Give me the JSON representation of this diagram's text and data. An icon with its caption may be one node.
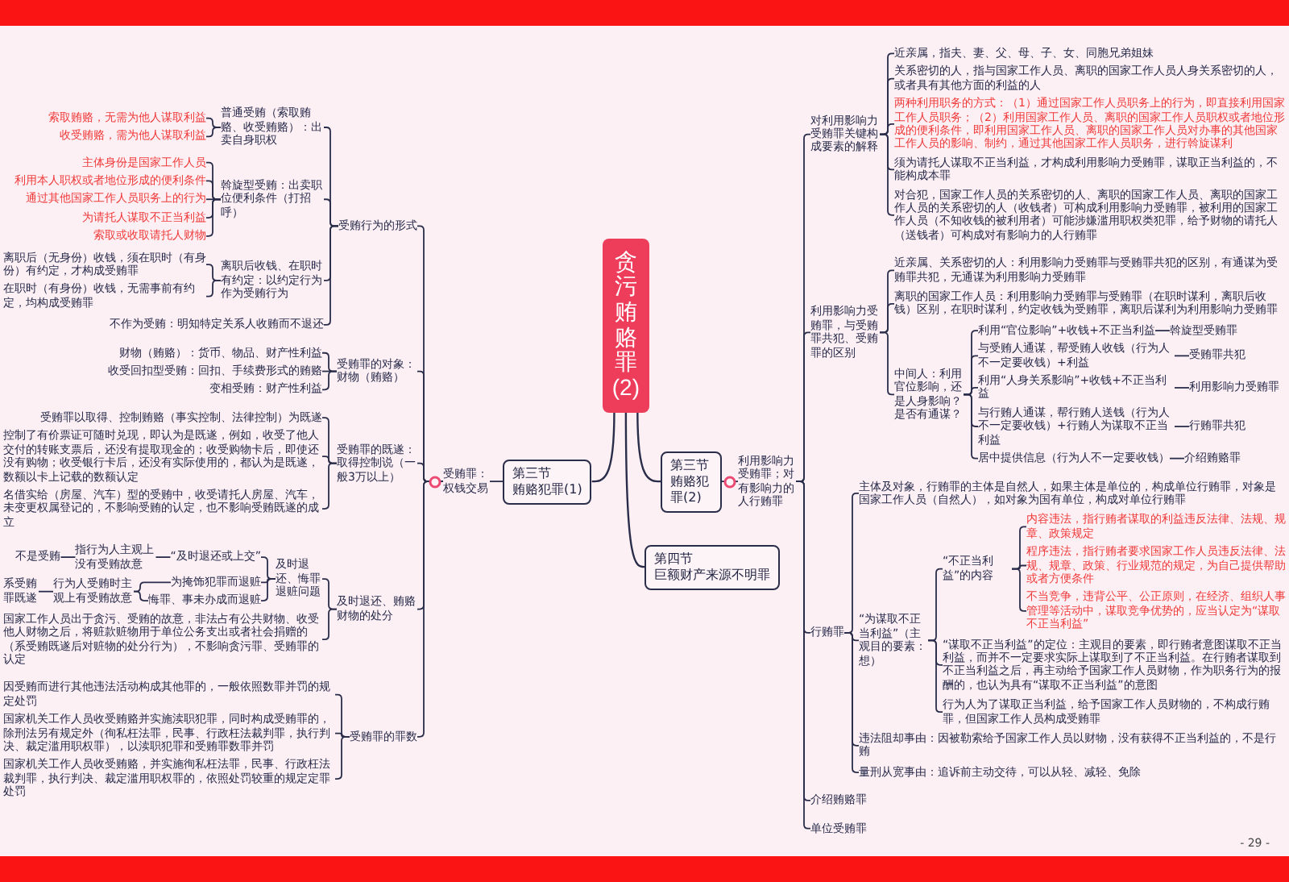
{
  "diagram": {
    "nodes": [
      {
        "text": [
          "贪污贿赂罪(2)"
        ]
      },
      {
        "text": [
          "第三节",
          "贿赂犯罪(1)"
        ]
      },
      {
        "text": [
          "受贿罪：权钱交易"
        ]
      },
      {
        "text": [
          "受贿行为的形式"
        ]
      },
      {
        "text": [
          "普通受贿（索取贿赂、收受贿赂）：出卖自身职权"
        ]
      },
      {
        "text": [
          "索取贿赂，无需为他人谋取利益"
        ]
      },
      {
        "text": [
          "收受贿赂，需为他人谋取利益"
        ]
      },
      {
        "text": [
          "斡旋型受贿：出卖职位便利条件（打招呼）"
        ]
      },
      {
        "text": [
          "主体身份是国家工作人员"
        ]
      },
      {
        "text": [
          "利用本人职权或者地位形成的便利条件"
        ]
      },
      {
        "text": [
          "通过其他国家工作人员职务上的行为"
        ]
      },
      {
        "text": [
          "为请托人谋取不正当利益"
        ]
      },
      {
        "text": [
          "索取或收取请托人财物"
        ]
      },
      {
        "text": [
          "离职后收钱、在职时有约定：以约定行为作为受贿行为"
        ]
      },
      {
        "text": [
          "离职后（无身份）收钱，须在职时（有身份）有约定，才构成受贿罪"
        ]
      },
      {
        "text": [
          "在职时（有身份）收钱，无需事前有约定，均构成受贿罪"
        ]
      },
      {
        "text": [
          "不作为受贿：明知特定关系人收贿而不退还"
        ]
      },
      {
        "text": [
          "受贿罪的对象：财物（贿赂）"
        ]
      },
      {
        "text": [
          "财物（贿赂）：货币、物品、财产性利益"
        ]
      },
      {
        "text": [
          "收受回扣型受贿：回扣、手续费形式的贿赂"
        ]
      },
      {
        "text": [
          "变相受贿：财产性利益"
        ]
      },
      {
        "text": [
          "受贿罪的既遂：取得控制说（一般3万以上）"
        ]
      },
      {
        "text": [
          "受贿罪以取得、控制贿赂（事实控制、法律控制）为既遂"
        ]
      },
      {
        "text": [
          "控制了有价票证可随时兑现，即认为是既遂，例如，收受了他人交付的转账支票后，还没有提取现金的；收受购物卡后，即使还没有购物；收受银行卡后，还没有实际使用的，都认为是既遂，数额以卡上记载的数额认定"
        ]
      },
      {
        "text": [
          "名借实给（房屋、汽车）型的受贿中，收受请托人房屋、汽车，未变更权属登记的，不影响受贿的认定，也不影响受贿既遂的成立"
        ]
      },
      {
        "text": [
          "及时退还、贿赂财物的处分"
        ]
      },
      {
        "text": [
          "及时退还、悔罪退赃问题"
        ]
      },
      {
        "text": [
          "“及时退还或上交”"
        ]
      },
      {
        "text": [
          "指行为人主观上没有受贿故意"
        ]
      },
      {
        "text": [
          "不是受贿"
        ]
      },
      {
        "text": [
          "为掩饰犯罪而退赃"
        ]
      },
      {
        "text": [
          "悔罪、事未办成而退赃"
        ]
      },
      {
        "text": [
          "行为人受贿时主观上有受贿故意"
        ]
      },
      {
        "text": [
          "系受贿罪既遂"
        ]
      },
      {
        "text": [
          "国家工作人员出于贪污、受贿的故意，非法占有公共财物、收受他人财物之后，将赃款赃物用于单位公务支出或者社会捐赠的（系受贿既遂后对赃物的处分行为），不影响贪污罪、受贿罪的认定"
        ]
      },
      {
        "text": [
          "受贿罪的罪数"
        ]
      },
      {
        "text": [
          "因受贿而进行其他违法活动构成其他罪的，一般依照数罪并罚的规定处罚"
        ]
      },
      {
        "text": [
          "国家机关工作人员收受贿赂并实施渎职犯罪，同时构成受贿罪的，除刑法另有规定外（徇私枉法罪，民事、行政枉法裁判罪，执行判决、裁定滥用职权罪），以渎职犯罪和受贿罪数罪并罚"
        ]
      },
      {
        "text": [
          "国家机关工作人员收受贿赂，并实施徇私枉法罪，民事、行政枉法裁判罪，执行判决、裁定滥用职权罪的，依照处罚较重的规定定罪处罚"
        ]
      },
      {
        "text": [
          "第三节",
          "贿赂犯罪(2)"
        ]
      },
      {
        "text": [
          "利用影响力受贿罪；对有影响力的人行贿罪"
        ]
      },
      {
        "text": [
          "对利用影响力受贿罪关键构成要素的解释"
        ]
      },
      {
        "text": [
          "近亲属，指夫、妻、父、母、子、女、同胞兄弟姐妹"
        ]
      },
      {
        "text": [
          "关系密切的人，指与国家工作人员、离职的国家工作人员人身关系密切的人，或者具有其他方面的利益的人"
        ]
      },
      {
        "text": [
          "两种利用职务的方式：（1）通过国家工作人员职务上的行为，即直接利用国家工作人员职务；（2）利用国家工作人员、离职的国家工作人员职权或者地位形成的便利条件，即利用国家工作人员、离职的国家工作人员对办事的其他国家工作人员的影响、制约，通过其他国家工作人员职务，进行斡旋谋利"
        ]
      },
      {
        "text": [
          "须为请托人谋取不正当利益，才构成利用影响力受贿罪，谋取正当利益的，不能构成本罪"
        ]
      },
      {
        "text": [
          "对合犯，国家工作人员的关系密切的人、离职的国家工作人员、离职的国家工作人员的关系密切的人（收钱者）可构成利用影响力受贿罪，被利用的国家工作人员（不知收钱的被利用者）可能涉嫌滥用职权类犯罪，给予财物的请托人（送钱者）可构成对有影响力的人行贿罪"
        ]
      },
      {
        "text": [
          "利用影响力受贿罪，与受贿罪共犯、受贿罪的区别"
        ]
      },
      {
        "text": [
          "近亲属、关系密切的人：利用影响力受贿罪与受贿罪共犯的区别，有通谋为受贿罪共犯，无通谋为利用影响力受贿罪"
        ]
      },
      {
        "text": [
          "离职的国家工作人员：利用影响力受贿罪与受贿罪（在职时谋利，离职后收钱）区别，在职时谋利，约定收钱为受贿罪，离职后谋利为利用影响力受贿罪"
        ]
      },
      {
        "text": [
          "中间人：利用官位影响，还是人身影响？是否有通谋？"
        ]
      },
      {
        "text": [
          "利用“官位影响”+收钱+不正当利益"
        ]
      },
      {
        "text": [
          "斡旋型受贿罪"
        ]
      },
      {
        "text": [
          "与受贿人通谋，帮受贿人收钱（行为人不一定要收钱）+利益"
        ]
      },
      {
        "text": [
          "受贿罪共犯"
        ]
      },
      {
        "text": [
          "利用“人身关系影响”+收钱+不正当利益"
        ]
      },
      {
        "text": [
          "利用影响力受贿罪"
        ]
      },
      {
        "text": [
          "与行贿人通谋，帮行贿人送钱（行为人不一定要收钱）+行贿人为谋取不正当利益"
        ]
      },
      {
        "text": [
          "行贿罪共犯"
        ]
      },
      {
        "text": [
          "居中提供信息（行为人不一定要收钱）"
        ]
      },
      {
        "text": [
          "介绍贿赂罪"
        ]
      },
      {
        "text": [
          "行贿罪"
        ]
      },
      {
        "text": [
          "主体及对象，行贿罪的主体是自然人，如果主体是单位的，构成单位行贿罪，对象是国家工作人员（自然人），如对象为国有单位，构成对单位行贿罪"
        ]
      },
      {
        "text": [
          "“为谋取不正当利益”（主观目的要素：想）"
        ]
      },
      {
        "text": [
          "“不正当利益”的内容"
        ]
      },
      {
        "text": [
          "内容违法，指行贿者谋取的利益违反法律、法规、规章、政策规定"
        ]
      },
      {
        "text": [
          "程序违法，指行贿者要求国家工作人员违反法律、法规、规章、政策、行业规范的规定，为自己提供帮助或者方便条件"
        ]
      },
      {
        "text": [
          "不当竞争，违背公平、公正原则，在经济、组织人事管理等活动中，谋取竞争优势的，应当认定为“谋取不正当利益”"
        ]
      },
      {
        "text": [
          "“谋取不正当利益”的定位：主观目的要素，即行贿者意图谋取不正当利益，而并不一定要求实际上谋取到了不正当利益。在行贿者谋取到不正当利益之后，再主动给予国家工作人员财物，作为职务行为的报酬的，也认为具有“谋取不正当利益”的意图"
        ]
      },
      {
        "text": [
          "行为人为了谋取正当利益，给予国家工作人员财物的，不构成行贿罪，但国家工作人员构成受贿罪"
        ]
      },
      {
        "text": [
          "违法阻却事由：因被勒索给予国家工作人员以财物，没有获得不正当利益的，不是行贿"
        ]
      },
      {
        "text": [
          "量刑从宽事由：追诉前主动交待，可以从轻、减轻、免除"
        ]
      },
      {
        "text": [
          "介绍贿赂罪"
        ]
      },
      {
        "text": [
          "单位受贿罪"
        ]
      },
      {
        "text": [
          "第四节",
          "巨额财产来源不明罪"
        ]
      }
    ],
    "edges": [
      {
        "from": 0,
        "to": 1,
        "arrow": "none"
      },
      {
        "from": 0,
        "to": 39,
        "arrow": "none"
      },
      {
        "from": 0,
        "to": 74,
        "arrow": "none"
      },
      {
        "from": 1,
        "to": 2,
        "arrow": "none"
      },
      {
        "from": 2,
        "to": 3,
        "arrow": "none"
      },
      {
        "from": 2,
        "to": 17,
        "arrow": "none"
      },
      {
        "from": 2,
        "to": 21,
        "arrow": "none"
      },
      {
        "from": 2,
        "to": 25,
        "arrow": "none"
      },
      {
        "from": 2,
        "to": 35,
        "arrow": "none"
      },
      {
        "from": 3,
        "to": 4,
        "arrow": "none"
      },
      {
        "from": 3,
        "to": 7,
        "arrow": "none"
      },
      {
        "from": 3,
        "to": 13,
        "arrow": "none"
      },
      {
        "from": 3,
        "to": 16,
        "arrow": "none"
      },
      {
        "from": 4,
        "to": 5,
        "arrow": "none"
      },
      {
        "from": 4,
        "to": 6,
        "arrow": "none"
      },
      {
        "from": 7,
        "to": 8,
        "arrow": "none"
      },
      {
        "from": 7,
        "to": 9,
        "arrow": "none"
      },
      {
        "from": 7,
        "to": 10,
        "arrow": "none"
      },
      {
        "from": 7,
        "to": 11,
        "arrow": "none"
      },
      {
        "from": 7,
        "to": 12,
        "arrow": "none"
      },
      {
        "from": 13,
        "to": 14,
        "arrow": "none"
      },
      {
        "from": 13,
        "to": 15,
        "arrow": "none"
      },
      {
        "from": 17,
        "to": 18,
        "arrow": "none"
      },
      {
        "from": 17,
        "to": 19,
        "arrow": "none"
      },
      {
        "from": 17,
        "to": 20,
        "arrow": "none"
      },
      {
        "from": 21,
        "to": 22,
        "arrow": "none"
      },
      {
        "from": 21,
        "to": 23,
        "arrow": "none"
      },
      {
        "from": 21,
        "to": 24,
        "arrow": "none"
      },
      {
        "from": 25,
        "to": 26,
        "arrow": "none"
      },
      {
        "from": 25,
        "to": 34,
        "arrow": "none"
      },
      {
        "from": 26,
        "to": 27,
        "arrow": "none"
      },
      {
        "from": 26,
        "to": 30,
        "arrow": "none"
      },
      {
        "from": 26,
        "to": 31,
        "arrow": "none"
      },
      {
        "from": 27,
        "to": 28,
        "arrow": "none"
      },
      {
        "from": 28,
        "to": 29,
        "arrow": "none"
      },
      {
        "from": 30,
        "to": 32,
        "arrow": "none"
      },
      {
        "from": 31,
        "to": 32,
        "arrow": "none"
      },
      {
        "from": 32,
        "to": 33,
        "arrow": "none"
      },
      {
        "from": 35,
        "to": 36,
        "arrow": "none"
      },
      {
        "from": 35,
        "to": 37,
        "arrow": "none"
      },
      {
        "from": 35,
        "to": 38,
        "arrow": "none"
      },
      {
        "from": 39,
        "to": 40,
        "arrow": "none"
      },
      {
        "from": 40,
        "to": 41,
        "arrow": "none"
      },
      {
        "from": 40,
        "to": 47,
        "arrow": "none"
      },
      {
        "from": 40,
        "to": 61,
        "arrow": "none"
      },
      {
        "from": 40,
        "to": 72,
        "arrow": "none"
      },
      {
        "from": 40,
        "to": 73,
        "arrow": "none"
      },
      {
        "from": 41,
        "to": 42,
        "arrow": "none"
      },
      {
        "from": 41,
        "to": 43,
        "arrow": "none"
      },
      {
        "from": 41,
        "to": 44,
        "arrow": "none"
      },
      {
        "from": 41,
        "to": 45,
        "arrow": "none"
      },
      {
        "from": 41,
        "to": 46,
        "arrow": "none"
      },
      {
        "from": 47,
        "to": 48,
        "arrow": "none"
      },
      {
        "from": 47,
        "to": 49,
        "arrow": "none"
      },
      {
        "from": 47,
        "to": 50,
        "arrow": "none"
      },
      {
        "from": 50,
        "to": 51,
        "arrow": "none"
      },
      {
        "from": 50,
        "to": 53,
        "arrow": "none"
      },
      {
        "from": 50,
        "to": 55,
        "arrow": "none"
      },
      {
        "from": 50,
        "to": 57,
        "arrow": "none"
      },
      {
        "from": 50,
        "to": 59,
        "arrow": "none"
      },
      {
        "from": 51,
        "to": 52,
        "arrow": "none"
      },
      {
        "from": 53,
        "to": 54,
        "arrow": "none"
      },
      {
        "from": 55,
        "to": 56,
        "arrow": "none"
      },
      {
        "from": 57,
        "to": 58,
        "arrow": "none"
      },
      {
        "from": 59,
        "to": 60,
        "arrow": "none"
      },
      {
        "from": 61,
        "to": 62,
        "arrow": "none"
      },
      {
        "from": 61,
        "to": 63,
        "arrow": "none"
      },
      {
        "from": 61,
        "to": 70,
        "arrow": "none"
      },
      {
        "from": 61,
        "to": 71,
        "arrow": "none"
      },
      {
        "from": 63,
        "to": 64,
        "arrow": "none"
      },
      {
        "from": 63,
        "to": 68,
        "arrow": "none"
      },
      {
        "from": 63,
        "to": 69,
        "arrow": "none"
      },
      {
        "from": 64,
        "to": 65,
        "arrow": "none"
      },
      {
        "from": 64,
        "to": 66,
        "arrow": "none"
      },
      {
        "from": 64,
        "to": 67,
        "arrow": "none"
      }
    ],
    "labels": [
      "- 29 -"
    ]
  }
}
